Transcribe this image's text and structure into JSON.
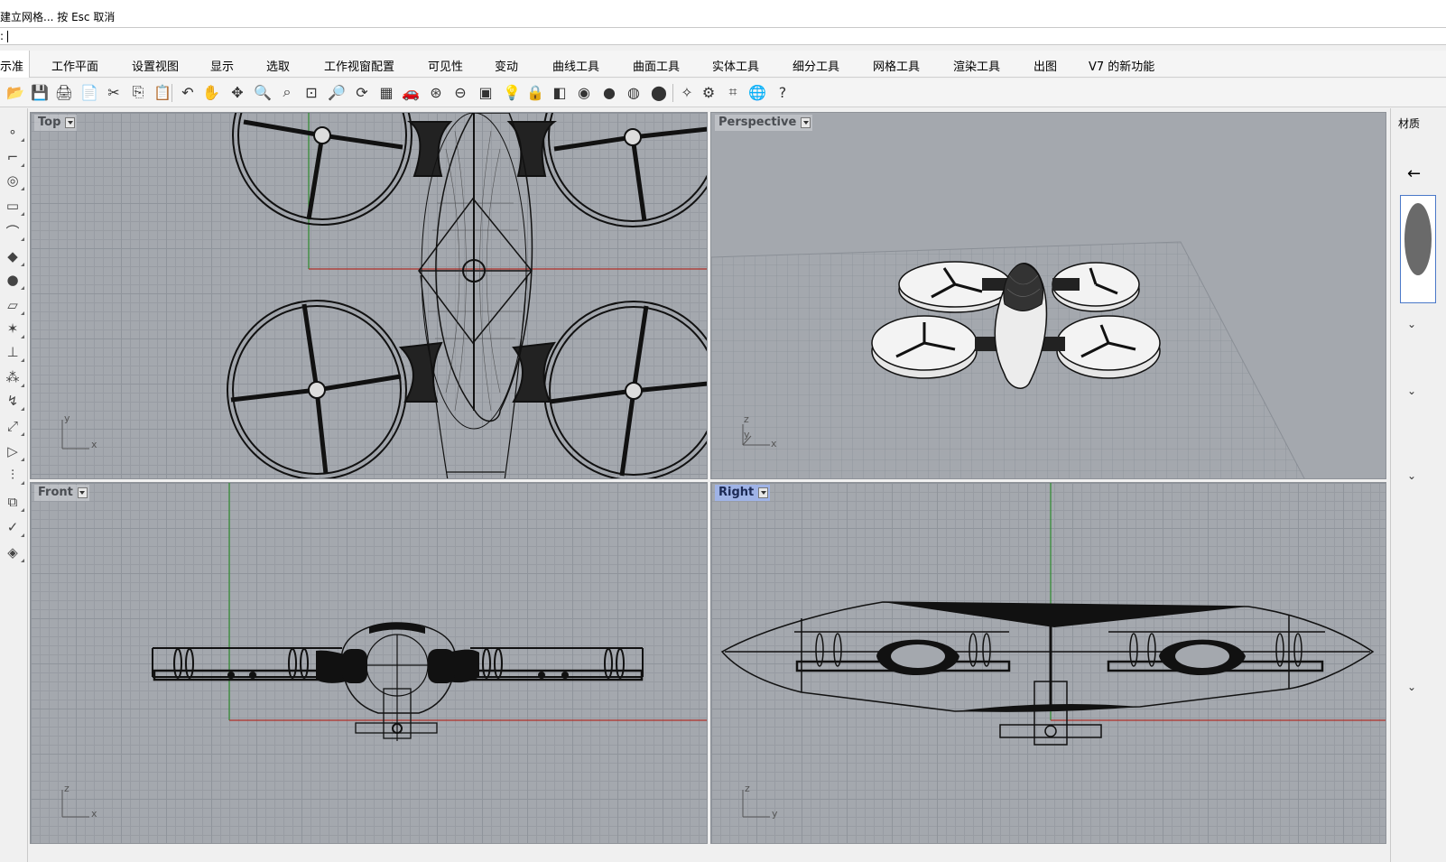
{
  "command": {
    "history_line_1": "",
    "history_line_2": "建立网格... 按 Esc 取消",
    "prompt": ":"
  },
  "tabs": [
    {
      "label": "标准",
      "active": true,
      "display": "示准"
    },
    {
      "label": "工作平面"
    },
    {
      "label": "设置视图"
    },
    {
      "label": "显示"
    },
    {
      "label": "选取"
    },
    {
      "label": "工作视窗配置"
    },
    {
      "label": "可见性"
    },
    {
      "label": "变动"
    },
    {
      "label": "曲线工具"
    },
    {
      "label": "曲面工具"
    },
    {
      "label": "实体工具"
    },
    {
      "label": "细分工具"
    },
    {
      "label": "网格工具"
    },
    {
      "label": "渲染工具"
    },
    {
      "label": "出图"
    },
    {
      "label": "V7 的新功能"
    }
  ],
  "toolbar_icons": [
    "open-icon",
    "save-icon",
    "print-icon",
    "import-icon",
    "cut-icon",
    "copy-icon",
    "paste-icon",
    "undo-icon",
    "pan-icon",
    "rotate-view-icon",
    "zoom-icon",
    "zoom-window-icon",
    "zoom-extents-icon",
    "zoom-selected-icon",
    "rotate-icon",
    "four-viewports-icon",
    "car-icon",
    "camera-icon",
    "target-icon",
    "named-views-icon",
    "lightbulb-icon",
    "lock-icon",
    "layer-icon",
    "color-wheel-icon",
    "shaded-sphere-icon",
    "rendered-sphere-icon",
    "blue-sphere-icon",
    "light-icon",
    "gear-options-icon",
    "osnap-icon",
    "globe-icon",
    "help-icon"
  ],
  "toolbar_glyphs": [
    "📂",
    "💾",
    "🖨",
    "📄",
    "✂",
    "⎘",
    "📋",
    "↶",
    "✋",
    "✥",
    "🔍",
    "⌕",
    "⊡",
    "🔎",
    "⟳",
    "▦",
    "🚗",
    "⊛",
    "⊖",
    "▣",
    "💡",
    "🔒",
    "◧",
    "◉",
    "●",
    "◍",
    "⬤",
    "✧",
    "⚙",
    "⌗",
    "🌐",
    "?"
  ],
  "left_icons": [
    "point-icon",
    "polyline-icon",
    "circle-icon",
    "rectangle-icon",
    "arc-icon",
    "surface-icon",
    "solid-icon",
    "mesh-icon",
    "explode-icon",
    "dimension-icon",
    "array-icon",
    "fillet-icon",
    "scale-icon",
    "analyze-icon",
    "ruler-icon",
    "boolean-icon",
    "check-icon",
    "paint-icon"
  ],
  "left_glyphs": [
    "∘",
    "⌐",
    "◎",
    "▭",
    "⌒",
    "◆",
    "●",
    "▱",
    "✶",
    "⊥",
    "⁂",
    "↯",
    "⤢",
    "▷",
    "⫶",
    "⧉",
    "✓",
    "◈"
  ],
  "viewports": {
    "top": {
      "label": "Top",
      "axis_x": "x",
      "axis_y": "y"
    },
    "perspective": {
      "label": "Perspective",
      "axis_x": "x",
      "axis_y": "y",
      "axis_z": "z"
    },
    "front": {
      "label": "Front",
      "axis_x": "x",
      "axis_z": "z"
    },
    "right": {
      "label": "Right",
      "axis_y": "y",
      "axis_z": "z"
    }
  },
  "right_panel": {
    "title": "材质"
  },
  "colors": {
    "grid_bg": "#a4a8ae",
    "active_label": "#9fb3e6",
    "x_axis": "#b0302a",
    "y_axis": "#2a8a2a"
  }
}
